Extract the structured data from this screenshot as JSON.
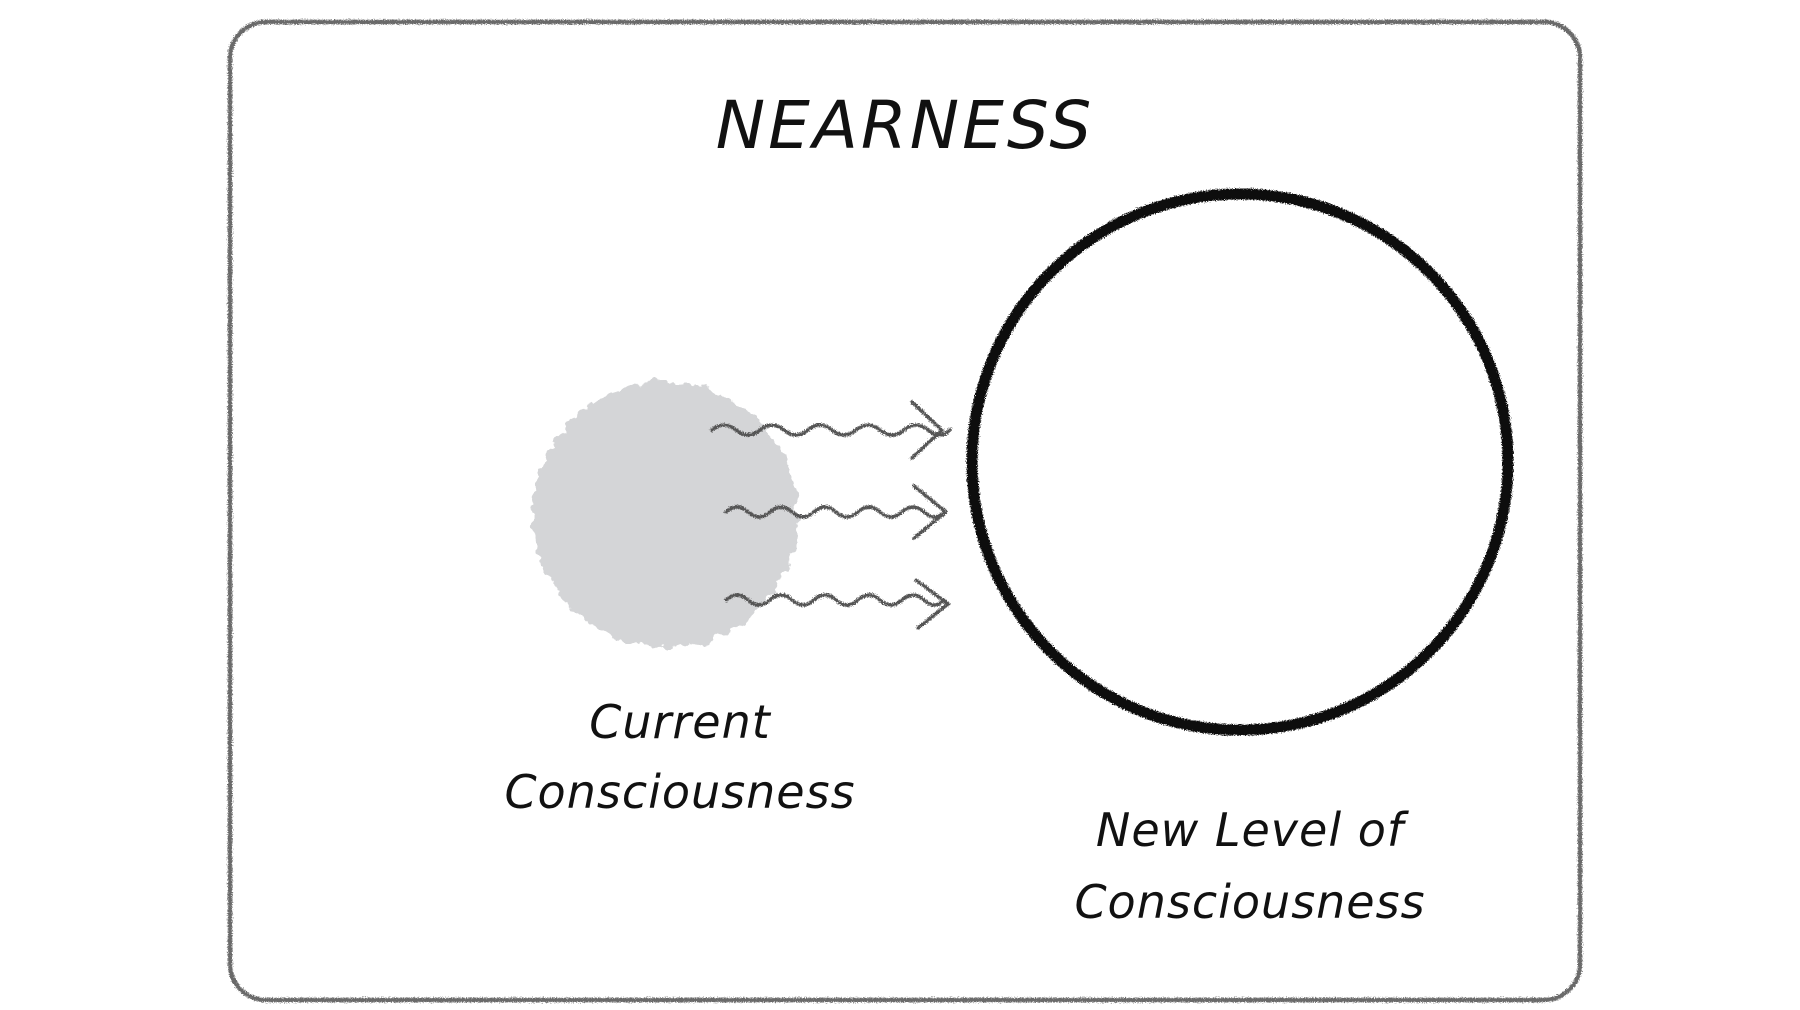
{
  "diagram": {
    "title": "NEARNESS",
    "current": {
      "label_lines": [
        "Current",
        "Consciousness"
      ]
    },
    "new_level": {
      "label_lines": [
        "New Level of",
        "Consciousness"
      ]
    },
    "arrow_count": 3
  },
  "colors": {
    "frame": "#6b6b6b",
    "ink": "#111111",
    "current_fill": "#d4d5d7",
    "arrow": "#555555",
    "background": "#ffffff"
  },
  "icons": {
    "arrow": "wavy-arrow-right-icon",
    "current": "filled-circle-icon",
    "new_level": "ring-icon"
  }
}
